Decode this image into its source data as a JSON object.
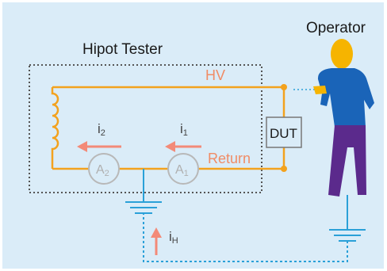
{
  "labels": {
    "operator": "Operator",
    "tester": "Hipot Tester",
    "hv": "HV",
    "return": "Return",
    "dut": "DUT",
    "i2": "i",
    "i2_sub": "2",
    "i1": "i",
    "i1_sub": "1",
    "ih": "i",
    "ih_sub": "H",
    "a2": "A",
    "a2_sub": "2",
    "a1": "A",
    "a1_sub": "1"
  },
  "colors": {
    "background": "#daecf8",
    "wire": "#f3a21e",
    "hv_text": "#f08c66",
    "arrow": "#f38a78",
    "ground": "#2aa0d8",
    "meter": "#b8b8b8",
    "tester_box": "#555555",
    "operator_head": "#f6b400",
    "operator_shirt": "#1a64b8",
    "operator_pants": "#5b2a8c"
  }
}
